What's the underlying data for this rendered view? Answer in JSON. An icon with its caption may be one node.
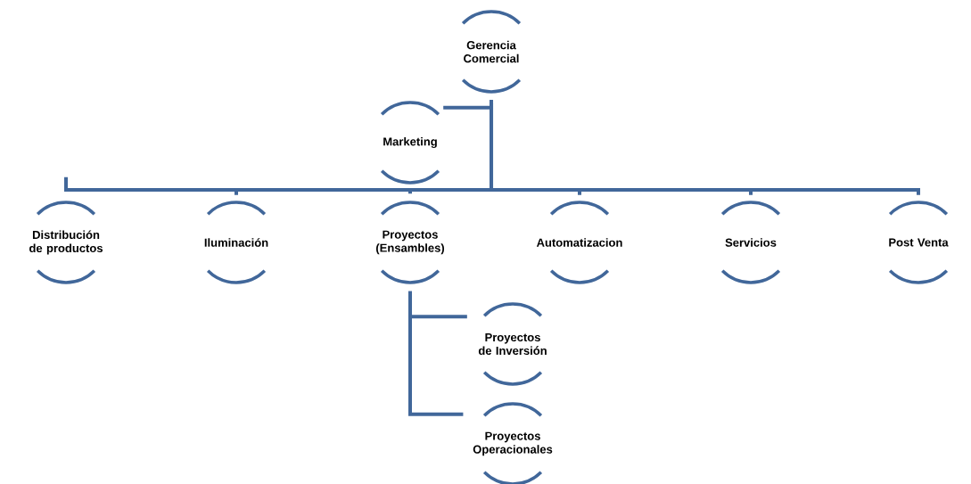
{
  "diagram": {
    "nodes": [
      {
        "text": [
          "Gerencia Comercial"
        ]
      },
      {
        "text": [
          "Marketing"
        ]
      },
      {
        "text": [
          "Distribución de productos"
        ]
      },
      {
        "text": [
          "Iluminación"
        ]
      },
      {
        "text": [
          "Proyectos (Ensambles)"
        ]
      },
      {
        "text": [
          "Automatizacion"
        ]
      },
      {
        "text": [
          "Servicios"
        ]
      },
      {
        "text": [
          "Post Venta"
        ]
      },
      {
        "text": [
          "Proyectos de Inversión"
        ]
      },
      {
        "text": [
          "Proyectos Operacionales"
        ]
      }
    ],
    "edges": [
      {
        "from": 0,
        "to": 1,
        "arrow": "none"
      },
      {
        "from": 0,
        "to": 2,
        "arrow": "none"
      },
      {
        "from": 0,
        "to": 3,
        "arrow": "none"
      },
      {
        "from": 0,
        "to": 4,
        "arrow": "none"
      },
      {
        "from": 0,
        "to": 5,
        "arrow": "none"
      },
      {
        "from": 0,
        "to": 6,
        "arrow": "none"
      },
      {
        "from": 0,
        "to": 7,
        "arrow": "none"
      },
      {
        "from": 4,
        "to": 8,
        "arrow": "none"
      },
      {
        "from": 4,
        "to": 9,
        "arrow": "none"
      }
    ]
  }
}
